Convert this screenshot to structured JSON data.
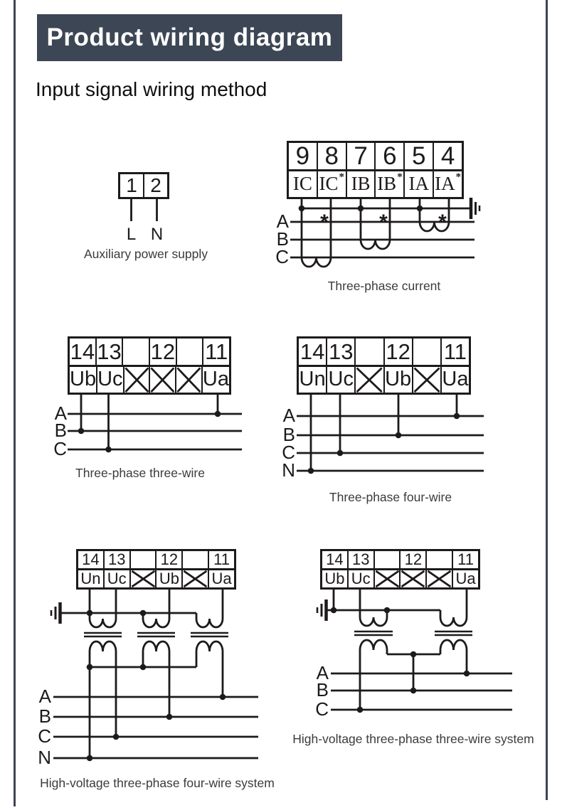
{
  "header": {
    "title": "Product wiring diagram",
    "subtitle": "Input signal wiring method"
  },
  "colors": {
    "banner_bg": "#3d4654",
    "banner_text": "#ffffff",
    "line_color": "#1d1a1b",
    "page_edge": "#3d4552"
  },
  "polarity_mark": "*",
  "diagrams": {
    "aux": {
      "caption": "Auxiliary power supply",
      "terminals": [
        "1",
        "2"
      ],
      "wire_labels": [
        "L",
        "N"
      ]
    },
    "current": {
      "caption": "Three-phase current",
      "terminals_top": [
        "9",
        "8",
        "7",
        "6",
        "5",
        "4"
      ],
      "terminals_bottom": [
        "IC",
        "IC*",
        "IB",
        "IB*",
        "IA",
        "IA*"
      ],
      "phase_labels": [
        "A",
        "B",
        "C"
      ]
    },
    "three_wire": {
      "caption": "Three-phase three-wire",
      "terminals_top": [
        "14",
        "13",
        "",
        "12",
        "",
        "11"
      ],
      "terminals_bottom": [
        "Ub",
        "Uc",
        "X",
        "X",
        "X",
        "Ua"
      ],
      "phase_labels": [
        "A",
        "B",
        "C"
      ]
    },
    "four_wire": {
      "caption": "Three-phase four-wire",
      "terminals_top": [
        "14",
        "13",
        "",
        "12",
        "",
        "11"
      ],
      "terminals_bottom": [
        "Un",
        "Uc",
        "X",
        "Ub",
        "X",
        "Ua"
      ],
      "phase_labels": [
        "A",
        "B",
        "C",
        "N"
      ]
    },
    "hv_four_wire": {
      "caption": "High-voltage three-phase four-wire system",
      "terminals_top": [
        "14",
        "13",
        "",
        "12",
        "",
        "11"
      ],
      "terminals_bottom": [
        "Un",
        "Uc",
        "X",
        "Ub",
        "X",
        "Ua"
      ],
      "phase_labels": [
        "A",
        "B",
        "C",
        "N"
      ]
    },
    "hv_three_wire": {
      "caption": "High-voltage three-phase three-wire system",
      "terminals_top": [
        "14",
        "13",
        "",
        "12",
        "",
        "11"
      ],
      "terminals_bottom": [
        "Ub",
        "Uc",
        "X",
        "X",
        "X",
        "Ua"
      ],
      "phase_labels": [
        "A",
        "B",
        "C"
      ]
    }
  }
}
